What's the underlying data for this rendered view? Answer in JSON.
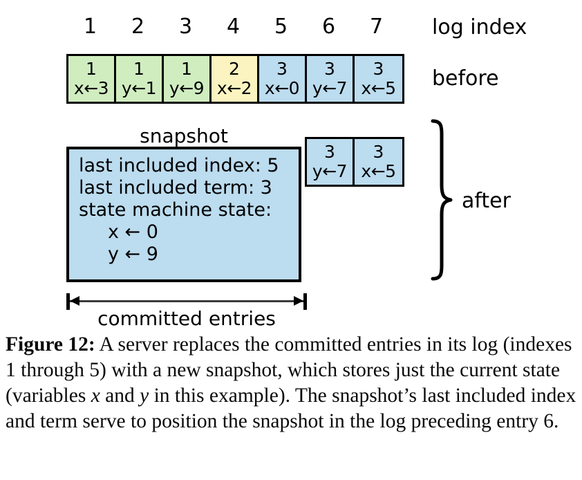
{
  "figure": {
    "axis_label": "log index",
    "before_label": "before",
    "after_label": "after",
    "snapshot_label": "snapshot",
    "committed_label": "committed entries",
    "indexes": [
      "1",
      "2",
      "3",
      "4",
      "5",
      "6",
      "7"
    ],
    "colors": {
      "green": "#d0edc0",
      "yellow": "#fbf4c0",
      "blue": "#bcdcef",
      "stroke": "#000000",
      "background": "#ffffff"
    },
    "before_log": [
      {
        "index": "1",
        "term": "1",
        "command": "x←3",
        "color": "green"
      },
      {
        "index": "2",
        "term": "1",
        "command": "y←1",
        "color": "green"
      },
      {
        "index": "3",
        "term": "1",
        "command": "y←9",
        "color": "green"
      },
      {
        "index": "4",
        "term": "2",
        "command": "x←2",
        "color": "yellow"
      },
      {
        "index": "5",
        "term": "3",
        "command": "x←0",
        "color": "blue"
      },
      {
        "index": "6",
        "term": "3",
        "command": "y←7",
        "color": "blue"
      },
      {
        "index": "7",
        "term": "3",
        "command": "x←5",
        "color": "blue"
      }
    ],
    "after_log": [
      {
        "index": "6",
        "term": "3",
        "command": "y←7",
        "color": "blue"
      },
      {
        "index": "7",
        "term": "3",
        "command": "x←5",
        "color": "blue"
      }
    ],
    "snapshot": {
      "lines": [
        "last included index: 5",
        "last included term: 3",
        "state machine state:",
        "x ← 0",
        "y ← 9"
      ],
      "last_included_index": "5",
      "last_included_term": "3",
      "state_machine_state": {
        "x": "0",
        "y": "9"
      }
    }
  },
  "caption": {
    "figure_number": "Figure 12:",
    "text_part1": " A server replaces the committed entries in its log (indexes 1 through 5) with a new snapshot, which stores just the current state (variables ",
    "var_x": "x",
    "text_part2": " and ",
    "var_y": "y",
    "text_part3": " in this example). The snapshot’s last included index and term serve to position the snapshot in the log preceding entry 6."
  }
}
